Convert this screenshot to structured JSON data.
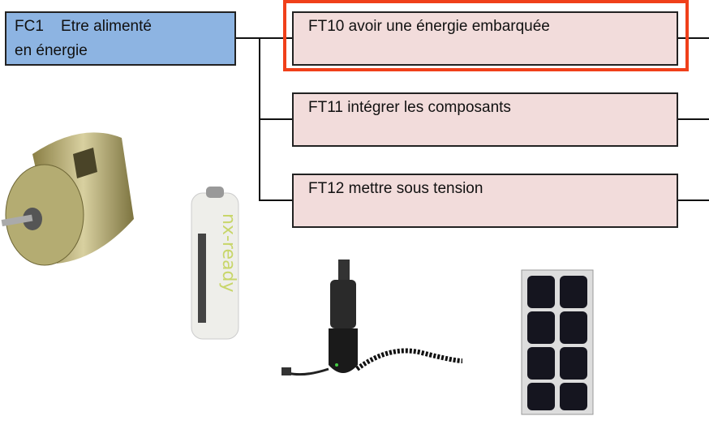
{
  "fc": {
    "code": "FC1",
    "line1": "Etre alimenté",
    "line2": "en énergie"
  },
  "ft": [
    {
      "label": "FT10 avoir une énergie embarquée",
      "highlighted": true
    },
    {
      "label": "FT11 intégrer les composants",
      "highlighted": false
    },
    {
      "label": "FT12 mettre sous tension",
      "highlighted": false
    }
  ],
  "images": {
    "battery_logo": "nx-ready"
  },
  "colors": {
    "fc_fill": "#8db4e2",
    "ft_fill": "#f2dcdb",
    "highlight": "#f0401a"
  }
}
